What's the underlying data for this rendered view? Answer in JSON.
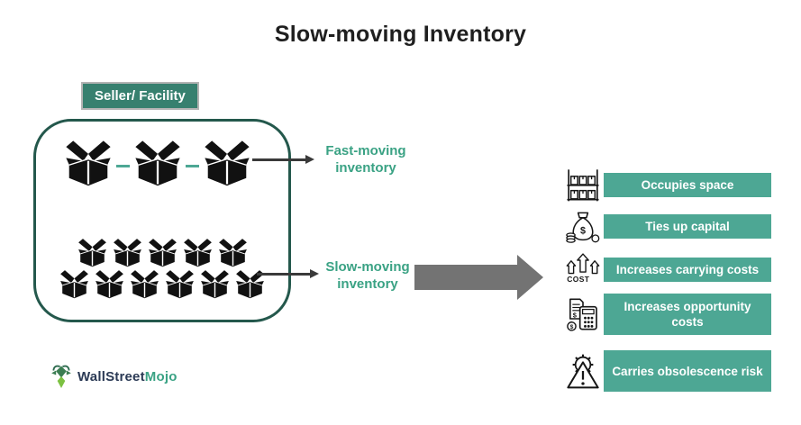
{
  "title": "Slow-moving Inventory",
  "facility": {
    "badge_label": "Seller/ Facility",
    "fast": {
      "box_count": 3,
      "label": "Fast-moving inventory"
    },
    "slow": {
      "box_rows": [
        5,
        6
      ],
      "label": "Slow-moving inventory"
    }
  },
  "consequences": [
    {
      "icon": "storage-rack-icon",
      "label": "Occupies space"
    },
    {
      "icon": "money-bag-icon",
      "label": "Ties up capital"
    },
    {
      "icon": "cost-increase-icon",
      "label": "Increases carrying costs"
    },
    {
      "icon": "calculator-receipt-icon",
      "label": "Increases opportunity costs"
    },
    {
      "icon": "obsolescence-warning-icon",
      "label": "Carries obsolescence risk"
    }
  ],
  "cost_icon_text": "COST",
  "logo": {
    "brand_part1": "WallStreet",
    "brand_part2": "Mojo"
  },
  "colors": {
    "badge_dark": "#37806F",
    "badge_light": "#4DA794",
    "teal_text": "#3AA284",
    "container_border": "#24584C",
    "connector": "#4DA794",
    "big_arrow": "#737373",
    "title_text": "#1F1F1F"
  }
}
